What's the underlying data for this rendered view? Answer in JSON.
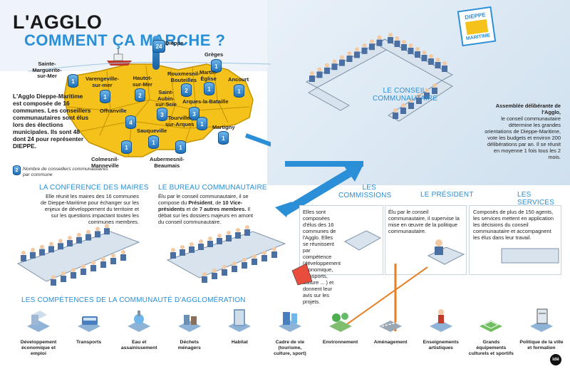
{
  "header": {
    "title_line1": "L'AGGLO",
    "title_line2": "COMMENT ÇA MARCHE ?"
  },
  "map": {
    "badge_dieppe": "24",
    "cities": [
      {
        "name": "Dieppe",
        "seats": "24"
      },
      {
        "name": "Grèges",
        "seats": "1"
      },
      {
        "name": "Sainte-\nMarguerite-\nsur-Mer",
        "seats": "1"
      },
      {
        "name": "Varengeville-\nsur-mer",
        "seats": "1"
      },
      {
        "name": "Hautot-\nsur-Mer",
        "seats": "2"
      },
      {
        "name": "Rouxmesnil-\nBouteilles",
        "seats": "2"
      },
      {
        "name": "Martin-\nÉglise",
        "seats": "1"
      },
      {
        "name": "Ancourt",
        "seats": "1"
      },
      {
        "name": "Saint-\nAubin-\nsur-Scie",
        "seats": "3"
      },
      {
        "name": "Arques-la-Bataille",
        "seats": "3"
      },
      {
        "name": "Offranville",
        "seats": "4"
      },
      {
        "name": "Tourville-\nsur-Arques",
        "seats": "1"
      },
      {
        "name": "Martigny",
        "seats": "1"
      },
      {
        "name": "Sauqueville",
        "seats": "1"
      },
      {
        "name": "Colmesnil-\nManneville",
        "seats": "1"
      },
      {
        "name": "Aubermesnil-\nBeaumais",
        "seats": "1"
      }
    ],
    "intro_text": "L'Agglo Dieppe-Maritime est composée de 16 communes. Les conseillers communautaires sont élus lors des élections municipales. Ils sont 48 dont 24 pour représenter DIEPPE.",
    "legend_badge": "2",
    "legend_text": "Nombre de conseillers communautaires par commune"
  },
  "logo": {
    "line1": "DIEPPE",
    "line2": "MARITIME"
  },
  "conseil": {
    "title_line1": "LE CONSEIL",
    "title_line2": "COMMUNAUTAIRE",
    "heading": "Assemblée délibérante de l'Agglo,",
    "text": "le conseil communautaire détermine les grandes orientations de Dieppe-Maritime, vote les budgets et environ 200 délibérations par an. Il se réunit en moyenne 1 fois tous les 2 mois."
  },
  "maires": {
    "title": "LA CONFÉRENCE DES MAIRES",
    "text": "Elle réunit les maires des 16 communes de Dieppe-Maritime pour échanger sur les enjeux de développement du territoire et sur les questions impactant toutes les communes membres."
  },
  "bureau": {
    "title": "LE BUREAU COMMUNAUTAIRE",
    "text_a": "Élu par le conseil communautaire, il se compose du ",
    "text_b": "Président",
    "text_c": ", de ",
    "text_d": "10 Vice-présidents",
    "text_e": " et de ",
    "text_f": "7 autres membres.",
    "text_g": " Il débat sur les dossiers majeurs en amont du conseil communautaire."
  },
  "commissions": {
    "title_line1": "LES",
    "title_line2": "COMMISSIONS",
    "text": "Elles sont composées d'élus des 16 communes de l'Agglo. Elles se réunissent par compétence (développement économique, transports, culture ... ) et donnent leur avis sur les projets."
  },
  "president": {
    "title": "LE PRÉSIDENT",
    "text": "Élu par le conseil communautaire, il supervise la mise en œuvre de la politique communautaire."
  },
  "services": {
    "title": "LES SERVICES",
    "text": "Composés de plus de 150 agents, les services mettent en application les décisions du conseil communautaire et accompagnent les élus dans leur travail."
  },
  "competences": {
    "title": "LES COMPÉTENCES DE LA COMMUNAUTÉ D'AGGLOMÉRATION",
    "items": [
      {
        "label": "Développement\néconomique et emploi",
        "icon": "building-icon"
      },
      {
        "label": "Transports",
        "icon": "bus-icon"
      },
      {
        "label": "Eau et\nassainissement",
        "icon": "water-icon"
      },
      {
        "label": "Déchets\nménagers",
        "icon": "bin-icon"
      },
      {
        "label": "Habitat",
        "icon": "tower-icon"
      },
      {
        "label": "Cadre de vie (tourisme,\nculture, sport)",
        "icon": "kiosk-icon"
      },
      {
        "label": "Environnement",
        "icon": "park-icon"
      },
      {
        "label": "Aménagement",
        "icon": "road-icon"
      },
      {
        "label": "Enseignements\nartistiques",
        "icon": "music-icon"
      },
      {
        "label": "Grands équipements\nculturels et sportifs",
        "icon": "stadium-icon"
      },
      {
        "label": "Politique de la ville\net formation",
        "icon": "tablet-icon"
      }
    ]
  },
  "credit": "idé",
  "colors": {
    "accent": "#2a8fd6",
    "map_fill": "#f5c21b",
    "badge": "#1d6fb8"
  }
}
